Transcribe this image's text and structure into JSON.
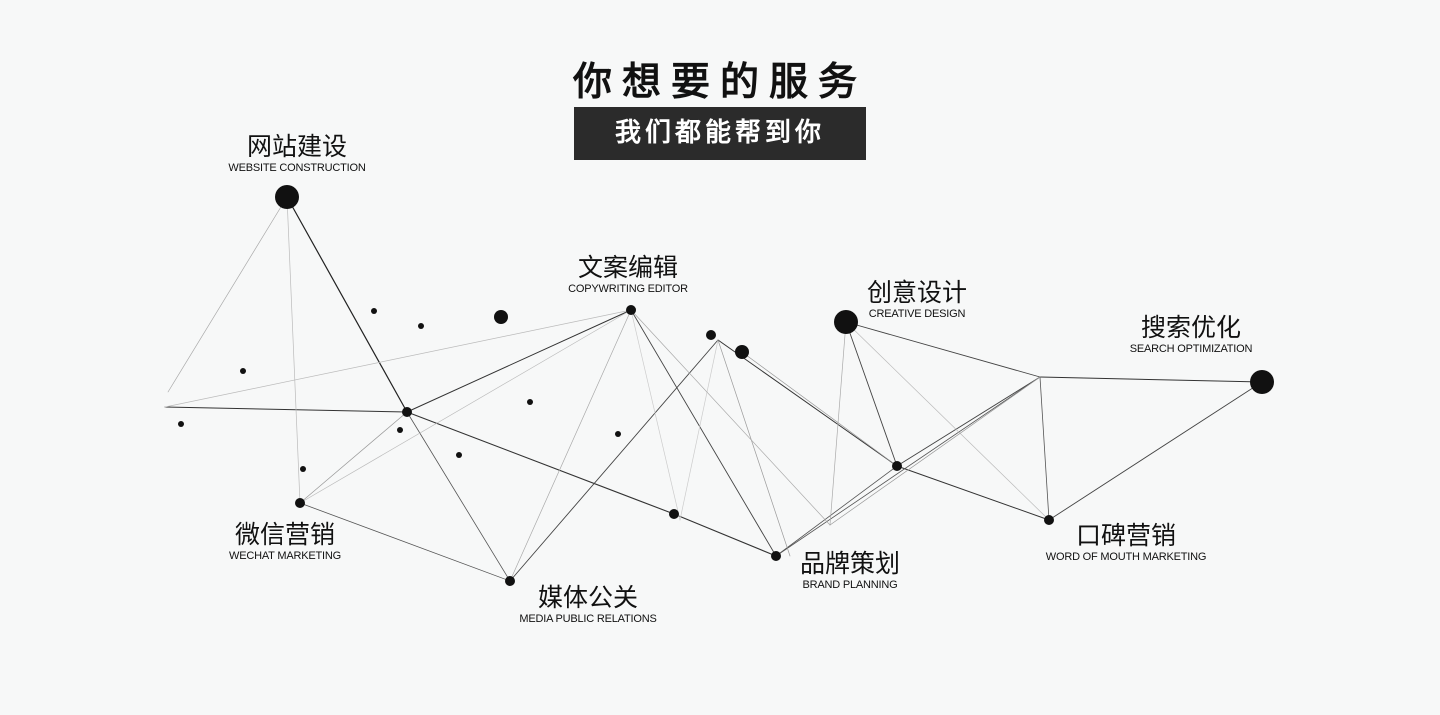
{
  "header": {
    "title": "你想要的服务",
    "subtitle": "我们都能帮到你"
  },
  "services": [
    {
      "zh": "网站建设",
      "en": "WEBSITE CONSTRUCTION"
    },
    {
      "zh": "文案编辑",
      "en": "COPYWRITING EDITOR"
    },
    {
      "zh": "创意设计",
      "en": "CREATIVE DESIGN"
    },
    {
      "zh": "搜索优化",
      "en": "SEARCH OPTIMIZATION"
    },
    {
      "zh": "微信营销",
      "en": "WECHAT MARKETING"
    },
    {
      "zh": "媒体公关",
      "en": "MEDIA PUBLIC RELATIONS"
    },
    {
      "zh": "品牌策划",
      "en": "BRAND PLANNING"
    },
    {
      "zh": "口碑营销",
      "en": "WORD OF MOUTH MARKETING"
    }
  ],
  "colors": {
    "background": "#f7f8f8",
    "node": "#111111",
    "subtitle_box": "#2b2b2b"
  }
}
